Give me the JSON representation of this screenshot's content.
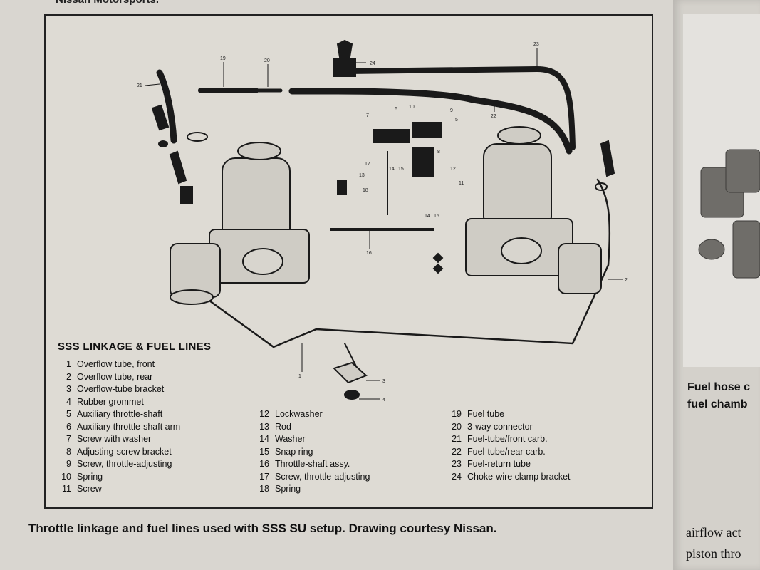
{
  "header": {
    "text": "Nissan Motorsports."
  },
  "figure": {
    "legend_title": "SSS LINKAGE & FUEL LINES",
    "legend": [
      {
        "num": "1",
        "label": "Overflow tube, front"
      },
      {
        "num": "2",
        "label": "Overflow tube, rear"
      },
      {
        "num": "3",
        "label": "Overflow-tube bracket"
      },
      {
        "num": "4",
        "label": "Rubber grommet"
      },
      {
        "num": "5",
        "label": "Auxiliary throttle-shaft"
      },
      {
        "num": "6",
        "label": "Auxiliary throttle-shaft arm"
      },
      {
        "num": "7",
        "label": "Screw with washer"
      },
      {
        "num": "8",
        "label": "Adjusting-screw bracket"
      },
      {
        "num": "9",
        "label": "Screw, throttle-adjusting"
      },
      {
        "num": "10",
        "label": "Spring"
      },
      {
        "num": "11",
        "label": "Screw"
      },
      {
        "num": "12",
        "label": "Lockwasher"
      },
      {
        "num": "13",
        "label": "Rod"
      },
      {
        "num": "14",
        "label": "Washer"
      },
      {
        "num": "15",
        "label": "Snap ring"
      },
      {
        "num": "16",
        "label": "Throttle-shaft assy."
      },
      {
        "num": "17",
        "label": "Screw, throttle-adjusting"
      },
      {
        "num": "18",
        "label": "Spring"
      },
      {
        "num": "19",
        "label": "Fuel tube"
      },
      {
        "num": "20",
        "label": "3-way connector"
      },
      {
        "num": "21",
        "label": "Fuel-tube/front carb."
      },
      {
        "num": "22",
        "label": "Fuel-tube/rear carb."
      },
      {
        "num": "23",
        "label": "Fuel-return tube"
      },
      {
        "num": "24",
        "label": "Choke-wire clamp bracket"
      }
    ],
    "caption": "Throttle linkage and fuel lines used with SSS SU setup. Drawing courtesy Nissan."
  },
  "right_page": {
    "caption_line1": "Fuel hose c",
    "caption_line2": "fuel chamb",
    "body_line1": "airflow act",
    "body_line2": "piston thro"
  }
}
